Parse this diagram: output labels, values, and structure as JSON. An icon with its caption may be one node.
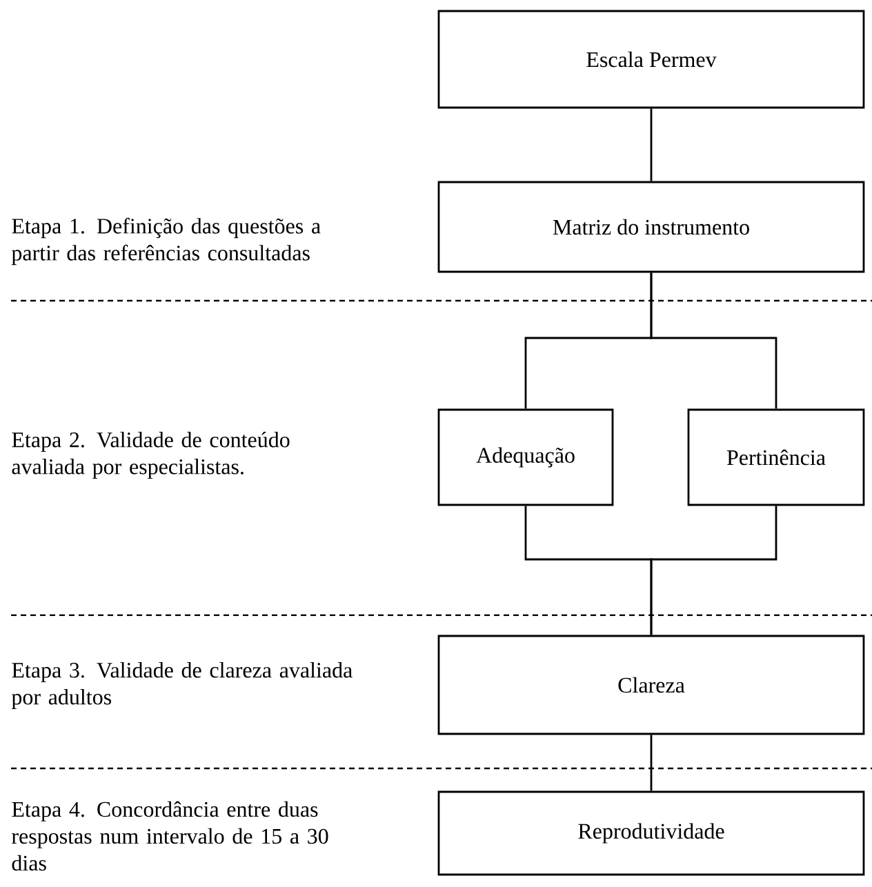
{
  "diagram": {
    "nodes": [
      {
        "text": [
          "Escala Permev"
        ]
      },
      {
        "text": [
          "Matriz do instrumento"
        ]
      },
      {
        "text": [
          "Adequação"
        ]
      },
      {
        "text": [
          "Pertinência"
        ]
      },
      {
        "text": [
          "Clareza"
        ]
      },
      {
        "text": [
          "Reprodutividade"
        ]
      }
    ],
    "edges": [
      {
        "from": 0,
        "to": 1,
        "arrow": "none"
      },
      {
        "from": 1,
        "to": 2,
        "arrow": "none"
      },
      {
        "from": 1,
        "to": 3,
        "arrow": "none"
      },
      {
        "from": 2,
        "to": 4,
        "arrow": "none"
      },
      {
        "from": 3,
        "to": 4,
        "arrow": "none"
      },
      {
        "from": 4,
        "to": 5,
        "arrow": "none"
      }
    ],
    "labels": [
      "Etapa 1. Definição das questões a partir das referências consultadas",
      "Etapa 2. Validade de conteúdo avaliada por especialistas.",
      "Etapa 3. Validade de clareza avaliada por adultos",
      "Etapa 4. Concordância entre duas respostas num intervalo de 15 a 30 dias"
    ]
  }
}
